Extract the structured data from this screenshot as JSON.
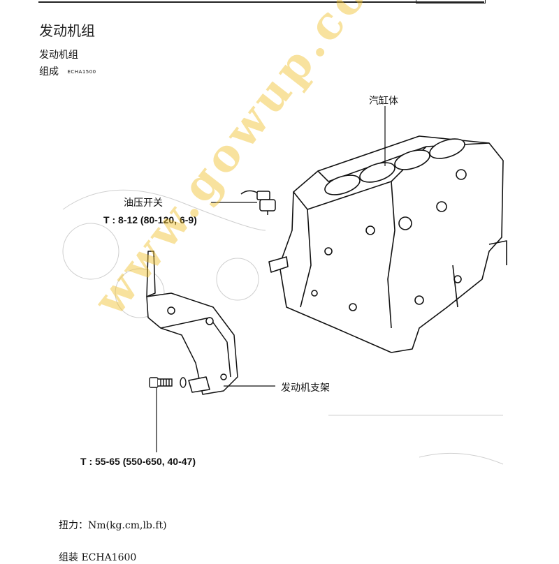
{
  "page": {
    "title": "发动机组",
    "section_title": "发动机组",
    "subsection_title": "组成",
    "subsection_code": "ECHA1500"
  },
  "labels": {
    "cylinder_block": "汽缸体",
    "oil_pressure_switch": "油压开关",
    "oil_pressure_torque": "T : 8-12 (80-120, 6-9)",
    "engine_bracket": "发动机支架",
    "bracket_torque": "T : 55-65 (550-650, 40-47)"
  },
  "footer": {
    "torque_unit": "扭力：Nm(kg.cm,lb.ft)",
    "next_section": "组装 ECHA1600"
  },
  "watermark": "www.gowup.com"
}
